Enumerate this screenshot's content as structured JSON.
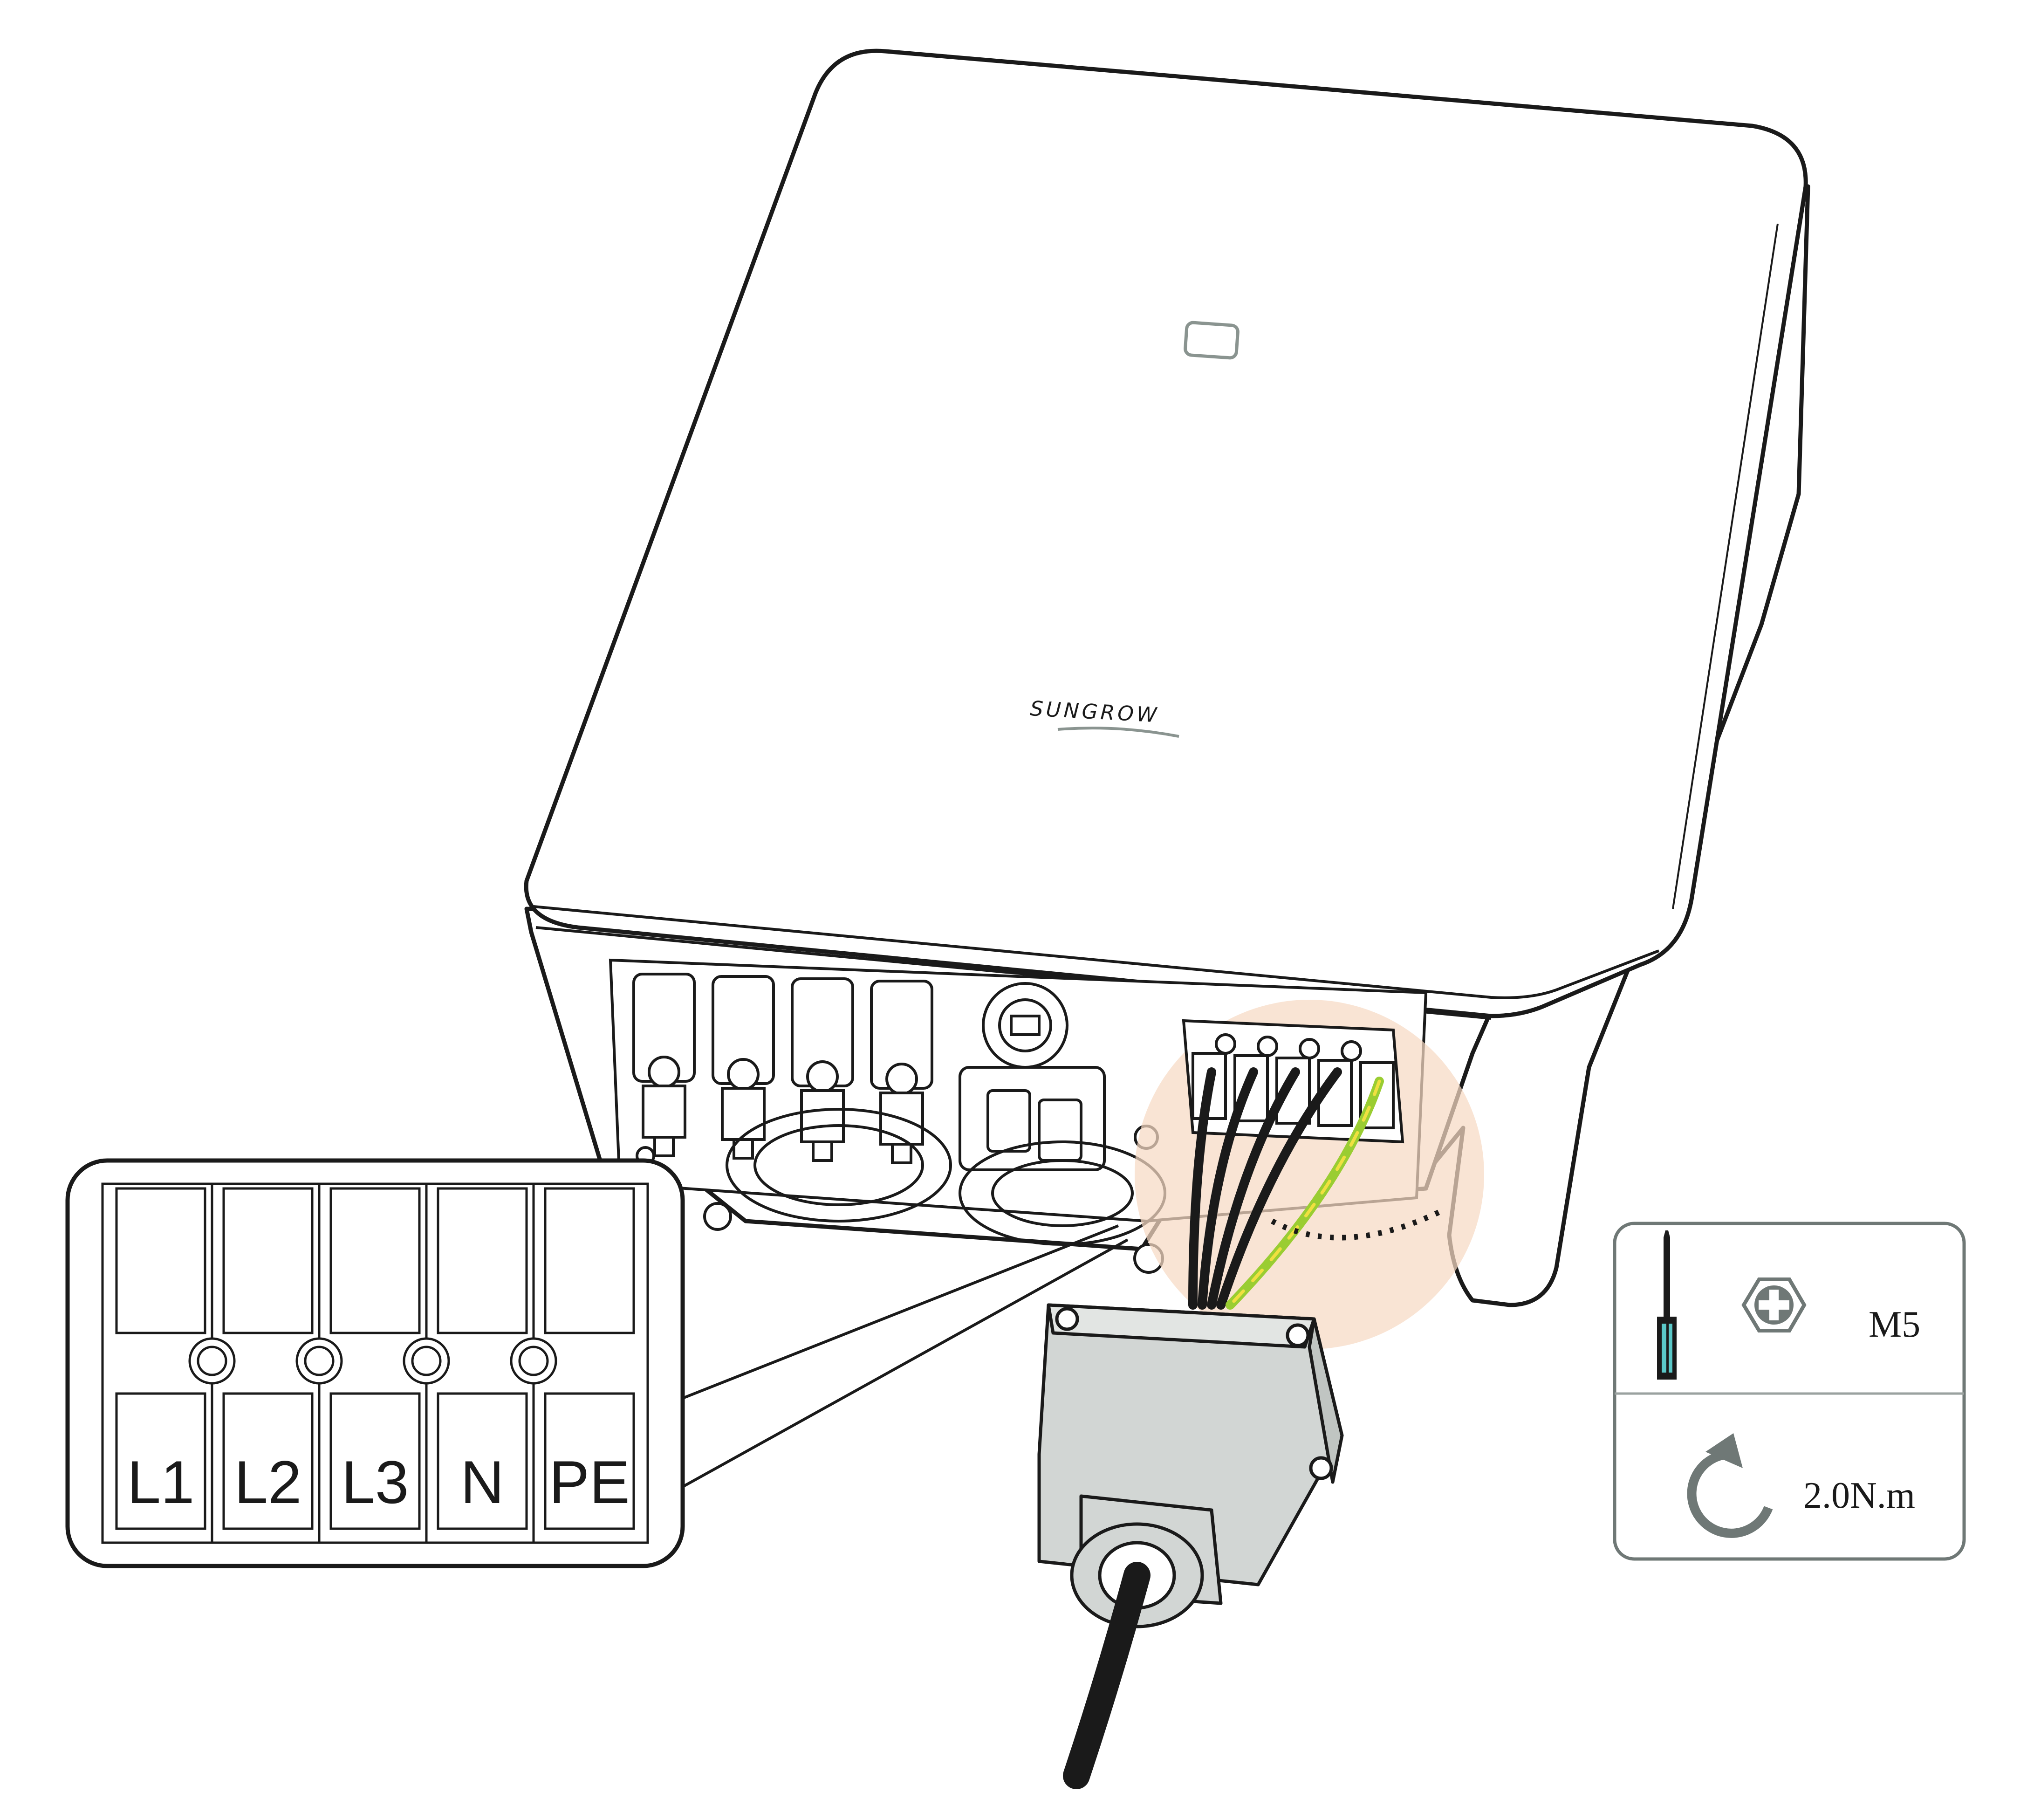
{
  "brand": {
    "logo_text": "SUNGROW"
  },
  "terminal_block": {
    "labels": [
      "L1",
      "L2",
      "L3",
      "N",
      "PE"
    ]
  },
  "tool_spec": {
    "screw_size": "M5",
    "torque": "2.0N.m",
    "icons": [
      "screwdriver-icon",
      "phillips-screw-icon",
      "rotate-clockwise-icon"
    ]
  },
  "colors": {
    "highlight": "#f7d9c4",
    "wire_black": "#1a1a1a",
    "wire_pe_green": "#9acd32",
    "wire_pe_yellow": "#f0e040",
    "connector_grey": "#d2d6d4",
    "accent_teal": "#5bc8c8",
    "icon_grey": "#6f7876"
  }
}
